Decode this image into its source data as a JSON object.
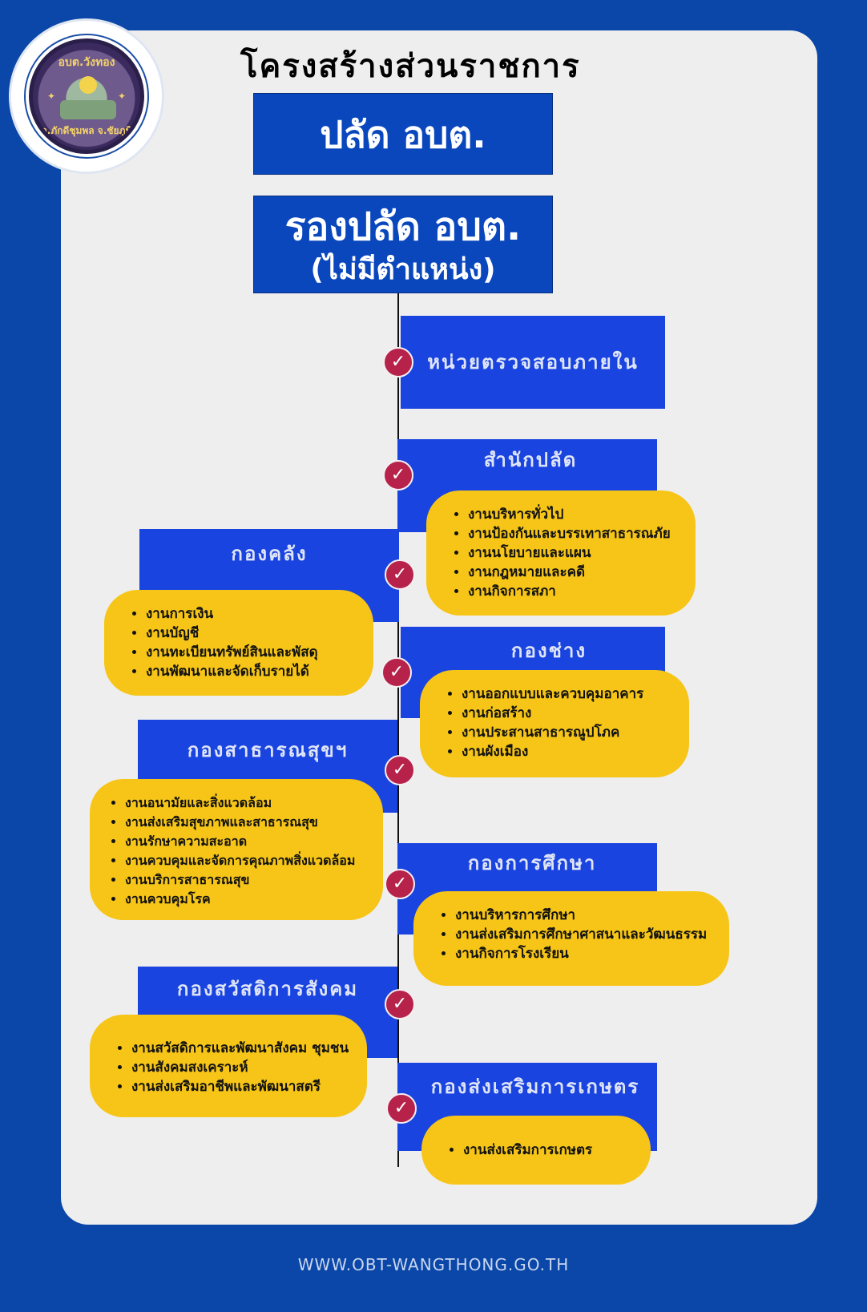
{
  "title": "โครงสร้างส่วนราชการ",
  "logo": {
    "ring_top": "อบต.วังทอง",
    "ring_bottom": "อ.ภักดีชุมพล จ.ชัยภูมิ"
  },
  "top_boxes": {
    "palad": "ปลัด อบต.",
    "rong_palad": "รองปลัด อบต.",
    "rong_palad_note": "(ไม่มีตำแหน่ง)"
  },
  "departments": [
    {
      "name": "หน่วยตรวจสอบภายใน",
      "items": []
    },
    {
      "name": "สำนักปลัด",
      "items": [
        "งานบริหารทั่วไป",
        "งานป้องกันและบรรเทาสาธารณภัย",
        "งานนโยบายและแผน",
        "งานกฎหมายและคดี",
        "งานกิจการสภา"
      ]
    },
    {
      "name": "กองคลัง",
      "items": [
        "งานการเงิน",
        "งานบัญชี",
        "งานทะเบียนทรัพย์สินและพัสดุ",
        "งานพัฒนาและจัดเก็บรายได้"
      ]
    },
    {
      "name": "กองช่าง",
      "items": [
        "งานออกแบบและควบคุมอาคาร",
        "งานก่อสร้าง",
        "งานประสานสาธารณูปโภค",
        "งานผังเมือง"
      ]
    },
    {
      "name": "กองสาธารณสุขฯ",
      "items": [
        "งานอนามัยและสิ่งแวดล้อม",
        "งานส่งเสริมสุขภาพและสาธารณสุข",
        "งานรักษาความสะอาด",
        "งานควบคุมและจัดการคุณภาพสิ่งแวดล้อม",
        "งานบริการสาธารณสุข",
        "งานควบคุมโรค"
      ]
    },
    {
      "name": "กองการศึกษา",
      "items": [
        "งานบริหารการศึกษา",
        "งานส่งเสริมการศึกษาศาสนาและวัฒนธรรม",
        "งานกิจการโรงเรียน"
      ]
    },
    {
      "name": "กองสวัสดิการสังคม",
      "items": [
        "งานสวัสดิการและพัฒนาสังคม ชุมชน",
        "งานสังคมสงเคราะห์",
        "งานส่งเสริมอาชีพและพัฒนาสตรี"
      ]
    },
    {
      "name": "กองส่งเสริมการเกษตร",
      "items": [
        "งานส่งเสริมการเกษตร"
      ]
    }
  ],
  "footer_url": "WWW.OBT-WANGTHONG.GO.TH",
  "colors": {
    "background": "#0a47a8",
    "card": "#efeeef",
    "dept_blue": "#1a44e0",
    "pill_yellow": "#f6c518",
    "check_red": "#b7224a"
  }
}
